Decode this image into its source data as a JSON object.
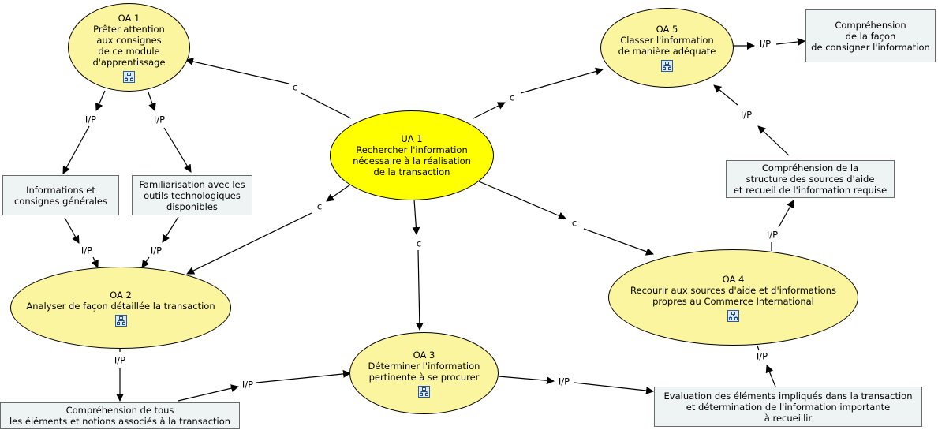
{
  "nodes": {
    "oa1": {
      "label": "OA 1",
      "text": "Prêter attention\naux consignes\nde ce module\nd'apprentissage",
      "icon": "concept-map-icon"
    },
    "ua1": {
      "label": "UA 1",
      "text": "Rechercher l'information\nnécessaire à la réalisation\nde la transaction"
    },
    "oa5": {
      "label": "OA 5",
      "text": "Classer l'information\nde manière adéquate",
      "icon": "concept-map-icon"
    },
    "oa2": {
      "label": "OA 2",
      "text": "Analyser de façon détaillée la transaction",
      "icon": "concept-map-icon"
    },
    "oa3": {
      "label": "OA 3",
      "text": "Déterminer l'information\npertinente à se procurer",
      "icon": "concept-map-icon"
    },
    "oa4": {
      "label": "OA 4",
      "text": "Recourir aux sources d'aide et d'informations\npropres au Commerce International",
      "icon": "concept-map-icon"
    },
    "info_consignes": {
      "text": "Informations et\nconsignes générales"
    },
    "familiarisation": {
      "text": "Familiarisation avec les\noutils technologiques\ndisponibles"
    },
    "comprehension_facon": {
      "text": "Compréhension\nde la façon\nde consigner l'information"
    },
    "comprehension_structure": {
      "text": "Compréhension de la\nstructure des sources d'aide\net recueil de l'information requise"
    },
    "comprehension_tous": {
      "text": "Compréhension de tous\nles éléments et notions associés à la transaction"
    },
    "evaluation": {
      "text": "Evaluation des éléments impliqués dans la transaction\net détermination de l'information importante\nà recueillir"
    }
  },
  "links": {
    "ua1_oa1": "c",
    "ua1_oa5": "c",
    "ua1_oa2": "c",
    "ua1_oa3": "c",
    "ua1_oa4": "c",
    "oa1_info": "I/P",
    "oa1_fam": "I/P",
    "info_oa2": "I/P",
    "fam_oa2": "I/P",
    "oa5_compfacon": "I/P",
    "struct_oa5": "I/P",
    "oa4_struct": "I/P",
    "oa2_comptous": "I/P",
    "comptous_oa3": "I/P",
    "oa3_eval": "I/P",
    "eval_oa4": "I/P"
  },
  "colors": {
    "main_concept": "#ffff00",
    "concept": "#fbf5a0",
    "resource_box": "#eef3f4",
    "lines": "#000000"
  }
}
